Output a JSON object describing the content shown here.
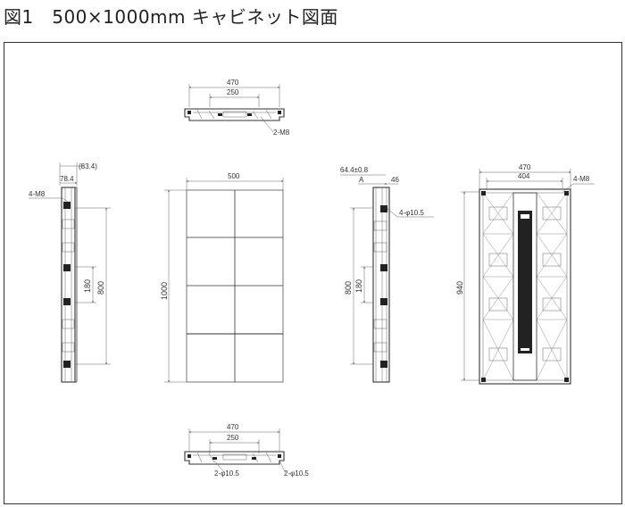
{
  "figure": {
    "title": "図1　500×1000mm キャビネット図面"
  },
  "views": {
    "top": {
      "dims": [
        "470",
        "250"
      ],
      "callout": "2-M8"
    },
    "left_side": {
      "dims": [
        "(83.4)",
        "78.4",
        "180",
        "800"
      ],
      "callout": "4-M8"
    },
    "front": {
      "dims": [
        "500",
        "1000"
      ]
    },
    "right_side": {
      "dims": [
        "64.4±0.8",
        "A",
        "46",
        "800",
        "180"
      ],
      "callout": "4-φ10.5"
    },
    "back": {
      "dims": [
        "470",
        "404",
        "940"
      ],
      "callout": "4-M8"
    },
    "bottom": {
      "dims": [
        "470",
        "250"
      ],
      "callout_left": "2-φ10.5",
      "callout_right": "2-φ10.5"
    }
  }
}
